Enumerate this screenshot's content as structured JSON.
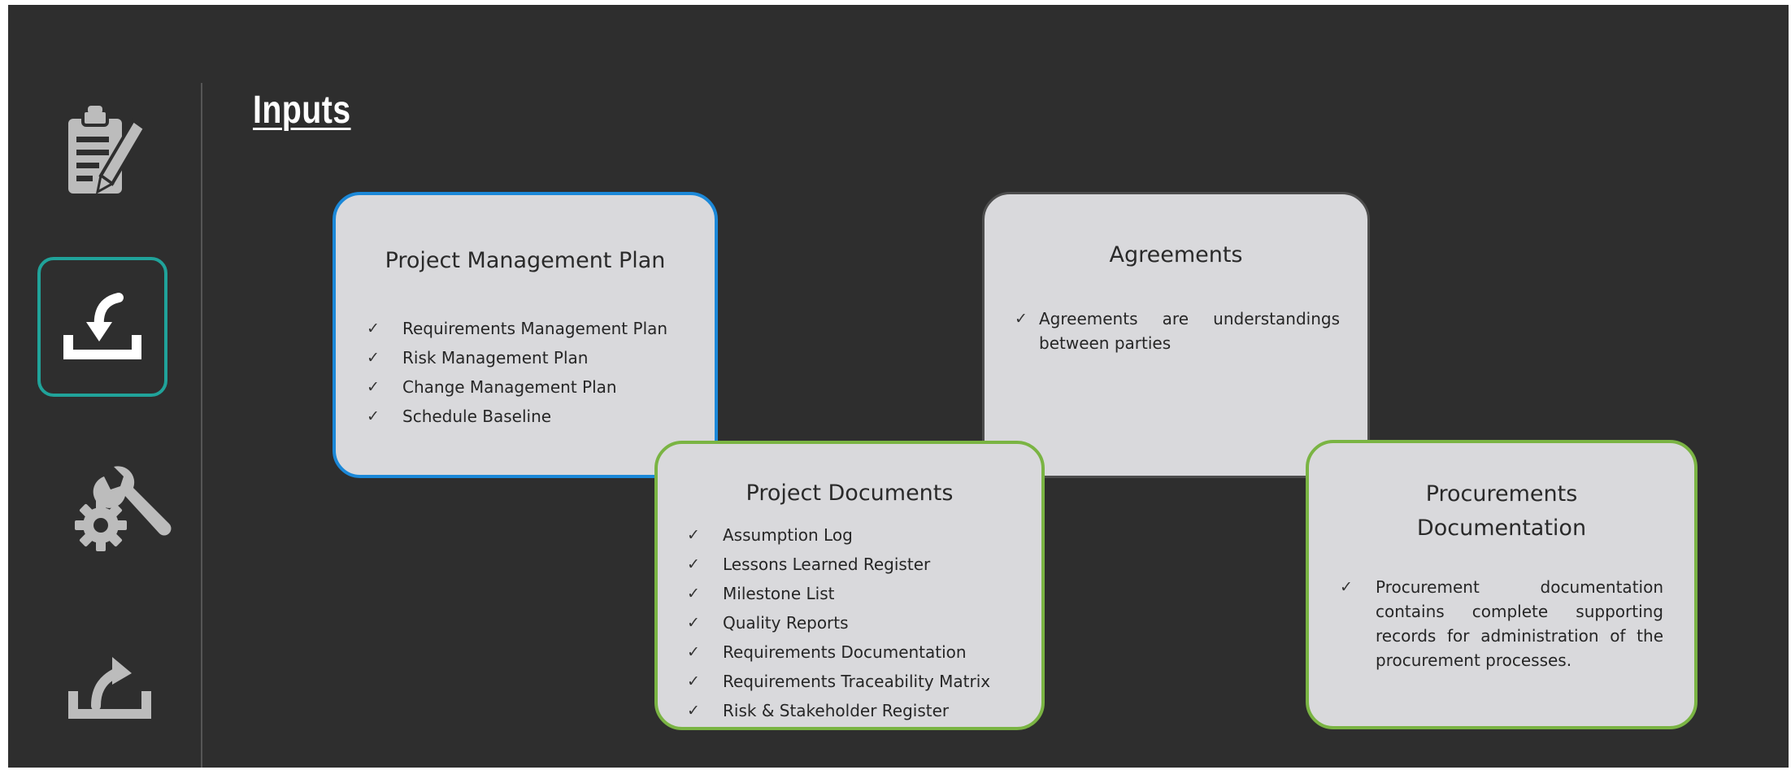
{
  "header": {
    "title": "Inputs"
  },
  "sidebar": {
    "items": [
      {
        "icon": "clipboard-edit-icon",
        "active": false
      },
      {
        "icon": "download-tray-icon",
        "active": true
      },
      {
        "icon": "gear-wrench-icon",
        "active": false
      },
      {
        "icon": "upload-tray-icon",
        "active": false
      }
    ],
    "colors": {
      "active_border": "#20a39a",
      "icon": "#bcbcbc"
    }
  },
  "cards": {
    "project_management_plan": {
      "title": "Project Management Plan",
      "border_color": "#1b88d8",
      "items": [
        "Requirements Management Plan",
        "Risk Management Plan",
        "Change Management Plan",
        "Schedule Baseline"
      ]
    },
    "agreements": {
      "title": "Agreements",
      "border_color": "#4d4d4d",
      "items": [
        "Agreements are understandings between parties"
      ]
    },
    "project_documents": {
      "title": "Project Documents",
      "border_color": "#7ab443",
      "items": [
        "Assumption Log",
        "Lessons Learned Register",
        "Milestone List",
        "Quality Reports",
        "Requirements Documentation",
        "Requirements Traceability Matrix",
        "Risk & Stakeholder Register"
      ]
    },
    "procurement_documentation": {
      "title": "Procurements Documentation",
      "border_color": "#7ab443",
      "items": [
        "Procurement documentation contains complete supporting records for administration of the procurement processes."
      ]
    }
  }
}
